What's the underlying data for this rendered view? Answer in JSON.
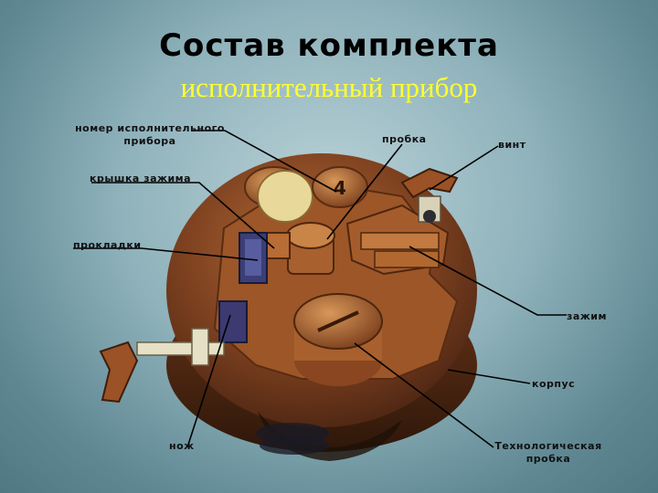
{
  "title": "Состав комплекта",
  "subtitle": "исполнительный прибор",
  "labels": {
    "device_number": "номер исполнительного прибора",
    "plug": "пробка",
    "screw": "винт",
    "clamp_cover": "крышка зажима",
    "gaskets": "прокладки",
    "clamp": "зажим",
    "body": "корпус",
    "knife": "нож",
    "tech_plug": "Технологическая пробка"
  },
  "device_marking": "4",
  "colors": {
    "subtitle": "#ffff2e",
    "device": "#8a4a24",
    "device_highlight": "#c17a42",
    "leader_lines": "#000000"
  }
}
